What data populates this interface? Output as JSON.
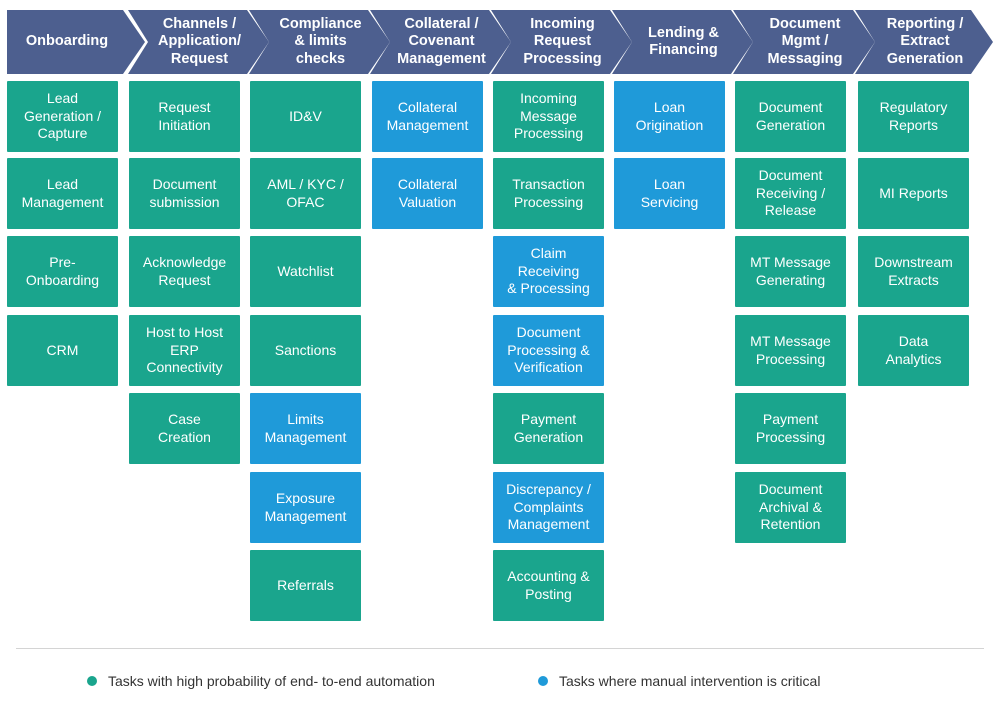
{
  "colors": {
    "header": "#4d5f8f",
    "automation": "#1aa58d",
    "manual": "#1f9ad9"
  },
  "stages": [
    {
      "title": "Onboarding",
      "tasks": [
        {
          "label": "Lead\nGeneration /\nCapture",
          "type": "automation"
        },
        {
          "label": "Lead\nManagement",
          "type": "automation"
        },
        {
          "label": "Pre-\nOnboarding",
          "type": "automation"
        },
        {
          "label": "CRM",
          "type": "automation"
        }
      ]
    },
    {
      "title": "Channels /\nApplication/\nRequest",
      "tasks": [
        {
          "label": "Request\nInitiation",
          "type": "automation"
        },
        {
          "label": "Document\nsubmission",
          "type": "automation"
        },
        {
          "label": "Acknowledge\nRequest",
          "type": "automation"
        },
        {
          "label": "Host to Host\nERP\nConnectivity",
          "type": "automation"
        },
        {
          "label": "Case\nCreation",
          "type": "automation"
        }
      ]
    },
    {
      "title": "Compliance\n& limits\nchecks",
      "tasks": [
        {
          "label": "ID&V",
          "type": "automation"
        },
        {
          "label": "AML / KYC /\nOFAC",
          "type": "automation"
        },
        {
          "label": "Watchlist",
          "type": "automation"
        },
        {
          "label": "Sanctions",
          "type": "automation"
        },
        {
          "label": "Limits\nManagement",
          "type": "manual"
        },
        {
          "label": "Exposure\nManagement",
          "type": "manual"
        },
        {
          "label": "Referrals",
          "type": "automation"
        }
      ]
    },
    {
      "title": "Collateral /\nCovenant\nManagement",
      "tasks": [
        {
          "label": "Collateral\nManagement",
          "type": "manual"
        },
        {
          "label": "Collateral\nValuation",
          "type": "manual"
        }
      ]
    },
    {
      "title": "Incoming\nRequest\nProcessing",
      "tasks": [
        {
          "label": "Incoming\nMessage\nProcessing",
          "type": "automation"
        },
        {
          "label": "Transaction\nProcessing",
          "type": "automation"
        },
        {
          "label": "Claim\nReceiving\n& Processing",
          "type": "manual"
        },
        {
          "label": "Document\nProcessing &\nVerification",
          "type": "manual"
        },
        {
          "label": "Payment\nGeneration",
          "type": "automation"
        },
        {
          "label": "Discrepancy /\nComplaints\nManagement",
          "type": "manual"
        },
        {
          "label": "Accounting &\nPosting",
          "type": "automation"
        }
      ]
    },
    {
      "title": "Lending &\nFinancing",
      "tasks": [
        {
          "label": "Loan\nOrigination",
          "type": "manual"
        },
        {
          "label": "Loan\nServicing",
          "type": "manual"
        }
      ]
    },
    {
      "title": "Document\nMgmt /\nMessaging",
      "tasks": [
        {
          "label": "Document\nGeneration",
          "type": "automation"
        },
        {
          "label": "Document\nReceiving /\nRelease",
          "type": "automation"
        },
        {
          "label": "MT Message\nGenerating",
          "type": "automation"
        },
        {
          "label": "MT Message\nProcessing",
          "type": "automation"
        },
        {
          "label": "Payment\nProcessing",
          "type": "automation"
        },
        {
          "label": "Document\nArchival &\nRetention",
          "type": "automation"
        }
      ]
    },
    {
      "title": "Reporting /\nExtract\nGeneration",
      "tasks": [
        {
          "label": "Regulatory\nReports",
          "type": "automation"
        },
        {
          "label": "MI Reports",
          "type": "automation"
        },
        {
          "label": "Downstream\nExtracts",
          "type": "automation"
        },
        {
          "label": "Data\nAnalytics",
          "type": "automation"
        }
      ]
    }
  ],
  "legend": {
    "automation": "Tasks with high probability of end- to-end automation",
    "manual": "Tasks where manual intervention is critical"
  }
}
